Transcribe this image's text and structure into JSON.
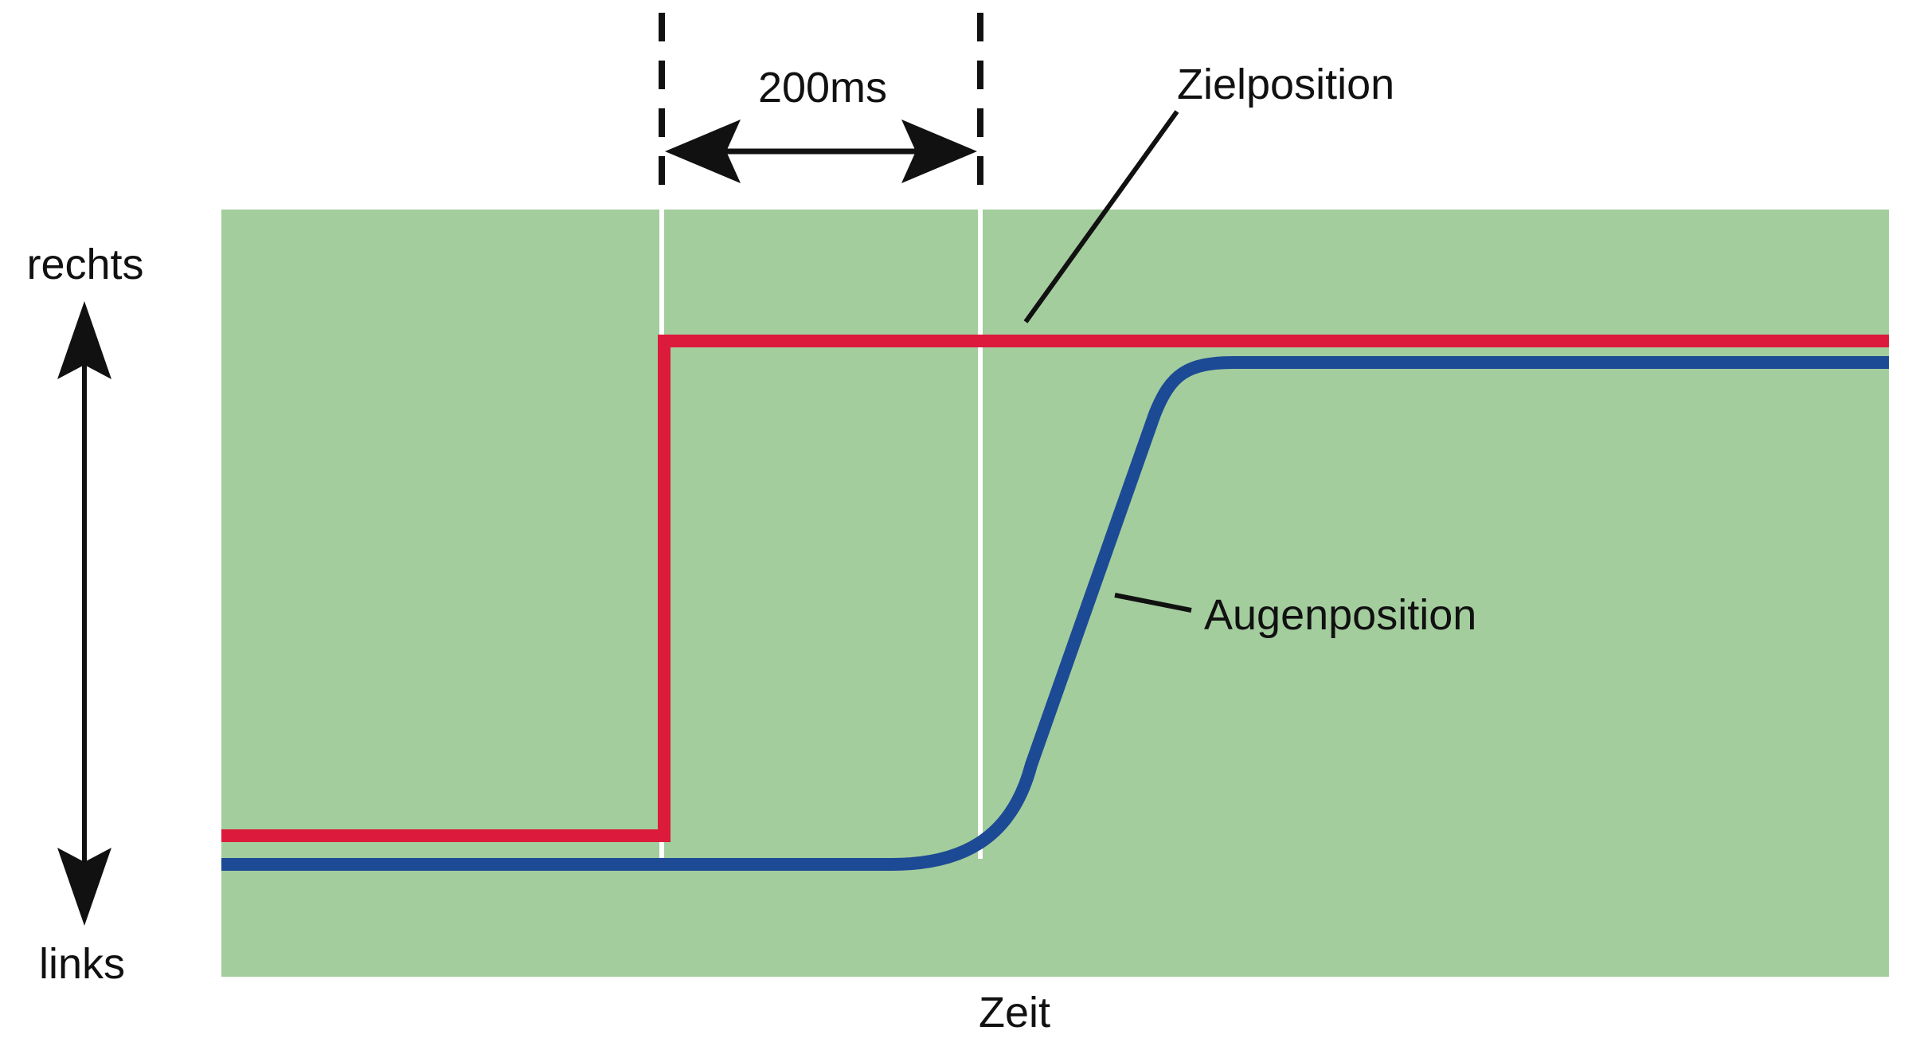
{
  "labels": {
    "interval": "200ms",
    "target": "Zielposition",
    "eye": "Augenposition",
    "up": "rechts",
    "down": "links",
    "time": "Zeit"
  },
  "colors": {
    "plot_background": "#a3cd9d",
    "target_line": "#dc1a3c",
    "eye_line": "#1d4a94",
    "marker_lines": "#ffffff",
    "annotation_lines": "#111111"
  }
}
